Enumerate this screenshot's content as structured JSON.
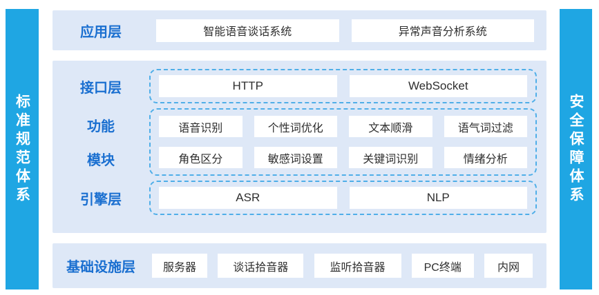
{
  "colors": {
    "sidebar_bg": "#1FA6E3",
    "panel_bg": "#DEE8F7",
    "label_text": "#1A6FD0",
    "dashed_border": "#4FAEE8",
    "box_text": "#2E2E2E",
    "box_bg": "#FFFFFF",
    "page_bg": "#FFFFFF"
  },
  "left_sidebar": {
    "label": "标准规范体系"
  },
  "right_sidebar": {
    "label": "安全保障体系"
  },
  "application_layer": {
    "label": "应用层",
    "items": [
      "智能语音谈话系统",
      "异常声音分析系统"
    ]
  },
  "interface_layer": {
    "label": "接口层",
    "items": [
      "HTTP",
      "WebSocket"
    ]
  },
  "function_module": {
    "label_line1": "功能",
    "label_line2": "模块",
    "row1": [
      "语音识别",
      "个性词优化",
      "文本顺滑",
      "语气词过滤"
    ],
    "row2": [
      "角色区分",
      "敏感词设置",
      "关键词识别",
      "情绪分析"
    ]
  },
  "engine_layer": {
    "label": "引擎层",
    "items": [
      "ASR",
      "NLP"
    ]
  },
  "infrastructure_layer": {
    "label": "基础设施层",
    "items": [
      "服务器",
      "谈话拾音器",
      "监听拾音器",
      "PC终端",
      "内网"
    ]
  }
}
